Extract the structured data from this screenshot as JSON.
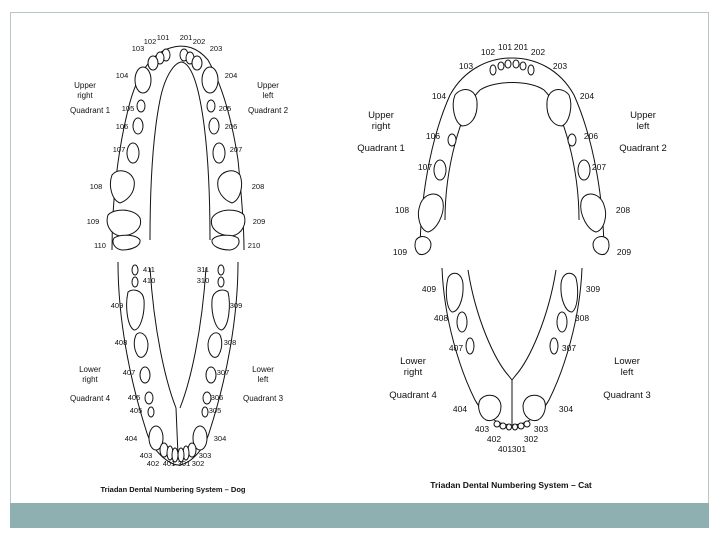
{
  "dog": {
    "caption": "Triadan Dental Numbering System – Dog",
    "quadrants": {
      "upper_right": [
        "Upper",
        "right",
        "Quadrant 1"
      ],
      "upper_left": [
        "Upper",
        "left",
        "Quadrant 2"
      ],
      "lower_right": [
        "Lower",
        "right",
        "Quadrant 4"
      ],
      "lower_left": [
        "Lower",
        "left",
        "Quadrant 3"
      ]
    },
    "upper_numbers": {
      "q1": [
        "101",
        "102",
        "103",
        "104",
        "105",
        "106",
        "107",
        "108",
        "109",
        "110"
      ],
      "q2": [
        "201",
        "202",
        "203",
        "204",
        "205",
        "206",
        "207",
        "208",
        "209",
        "210"
      ]
    },
    "lower_numbers": {
      "q4": [
        "401",
        "402",
        "403",
        "404",
        "405",
        "406",
        "407",
        "408",
        "409",
        "410",
        "411"
      ],
      "q3": [
        "301",
        "302",
        "303",
        "304",
        "305",
        "306",
        "307",
        "308",
        "309",
        "310",
        "311"
      ]
    }
  },
  "cat": {
    "caption": "Triadan Dental Numbering System – Cat",
    "quadrants": {
      "upper_right": [
        "Upper",
        "right",
        "Quadrant 1"
      ],
      "upper_left": [
        "Upper",
        "left",
        "Quadrant 2"
      ],
      "lower_right": [
        "Lower",
        "right",
        "Quadrant 4"
      ],
      "lower_left": [
        "Lower",
        "left",
        "Quadrant 3"
      ]
    },
    "upper_numbers": {
      "q1": [
        "101",
        "102",
        "103",
        "104",
        "106",
        "107",
        "108",
        "109"
      ],
      "q2": [
        "201",
        "202",
        "203",
        "204",
        "206",
        "207",
        "208",
        "209"
      ]
    },
    "lower_numbers": {
      "q4": [
        "401",
        "402",
        "403",
        "404",
        "407",
        "408",
        "409"
      ],
      "q3": [
        "301",
        "302",
        "303",
        "304",
        "307",
        "308",
        "309"
      ]
    }
  },
  "colors": {
    "footer": "#8fb0b0",
    "frame": "#b8c8c8",
    "ink": "#111111"
  }
}
